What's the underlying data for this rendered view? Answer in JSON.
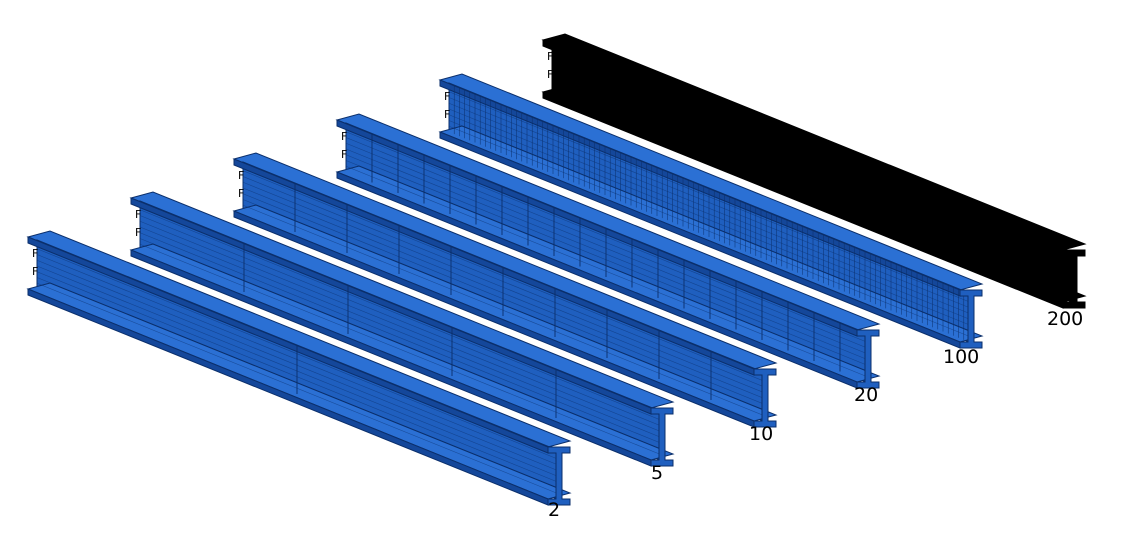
{
  "colors": {
    "beam_blue": "#1f5fbf",
    "beam_blue_side": "#14479a",
    "beam_blue_top": "#2b70d4",
    "mesh_line": "#0b2f6b",
    "beam_dense": "#000000",
    "background": "#ffffff"
  },
  "beams": [
    {
      "label": "2",
      "divisions": 2,
      "color": "beam_blue"
    },
    {
      "label": "5",
      "divisions": 5,
      "color": "beam_blue"
    },
    {
      "label": "10",
      "divisions": 10,
      "color": "beam_blue"
    },
    {
      "label": "20",
      "divisions": 20,
      "color": "beam_blue"
    },
    {
      "label": "100",
      "divisions": 100,
      "color": "beam_blue"
    },
    {
      "label": "200",
      "divisions": 200,
      "color": "beam_dense"
    }
  ]
}
